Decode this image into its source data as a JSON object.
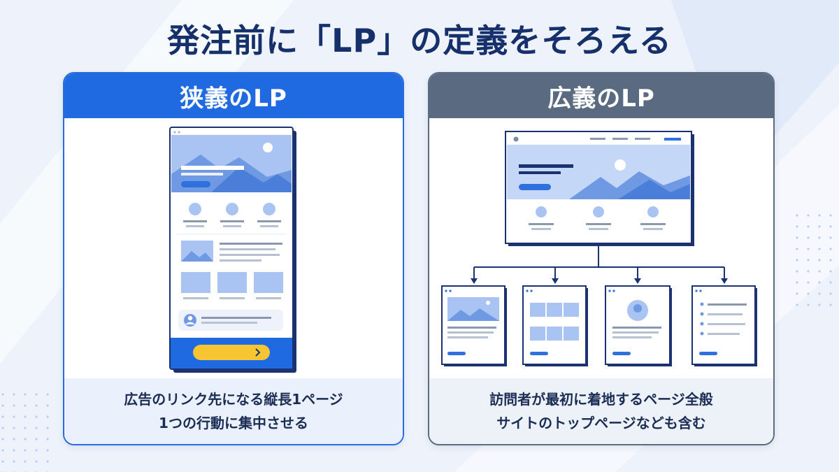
{
  "title": "発注前に「LP」の定義をそろえる",
  "panels": {
    "narrow": {
      "heading": "狭義のLP",
      "caption_line1": "広告のリンク先になる縦長1ページ",
      "caption_line2": "1つの行動に集中させる"
    },
    "broad": {
      "heading": "広義のLP",
      "caption_line1": "訪問者が最初に着地するページ全般",
      "caption_line2": "サイトのトップページなども含む"
    }
  },
  "colors": {
    "title": "#15306a",
    "narrow_accent": "#1f6ae0",
    "broad_accent": "#5a6a80",
    "cta_button": "#f7c531",
    "outline": "#1a3270"
  },
  "icons": {
    "cta_arrow": "chevron-right-icon",
    "avatar": "user-avatar-icon",
    "hero_image": "mountain-sun-icon"
  }
}
